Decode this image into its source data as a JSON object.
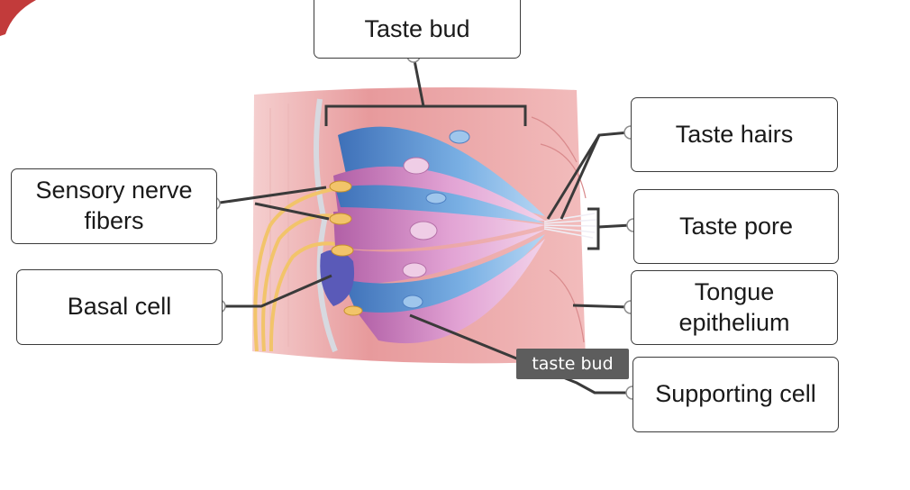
{
  "labels": {
    "taste_bud": "Taste bud",
    "taste_hairs": "Taste hairs",
    "sensory_nerve_fibers": "Sensory nerve fibers",
    "taste_pore": "Taste pore",
    "basal_cell": "Basal cell",
    "tongue_epithelium": "Tongue epithelium",
    "supporting_cell": "Supporting cell"
  },
  "tooltip": "taste bud",
  "colors": {
    "tissue": "#e9a8a8",
    "taste_cell_blue": "#5b93d3",
    "supporting_cell_pink": "#c879b8",
    "nerve_yellow": "#f2c46a",
    "basal_cell_purple": "#5a5ab8",
    "leader_line": "#3a3a3a",
    "corner_shape": "#c23b3b"
  }
}
